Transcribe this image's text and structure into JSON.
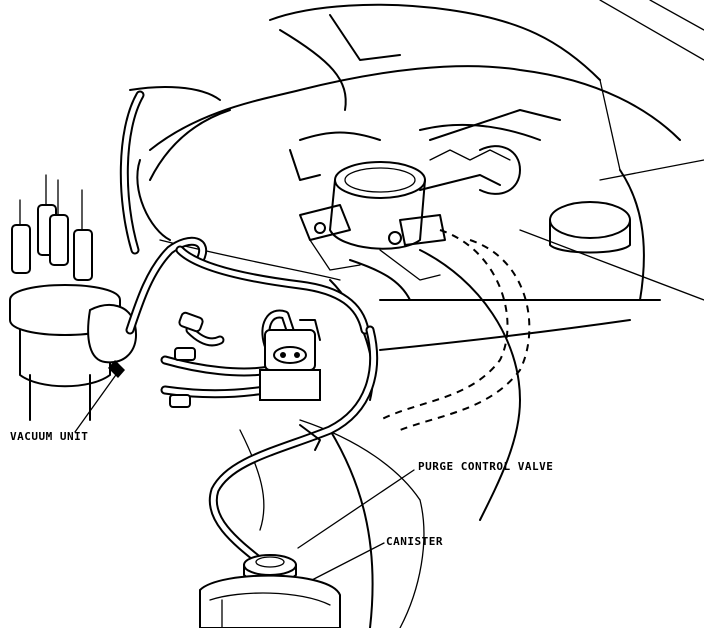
{
  "labels": {
    "vacuum_unit": "VACUUM UNIT",
    "purge_control_valve": "PURGE CONTROL VALVE",
    "canister": "CANISTER"
  }
}
